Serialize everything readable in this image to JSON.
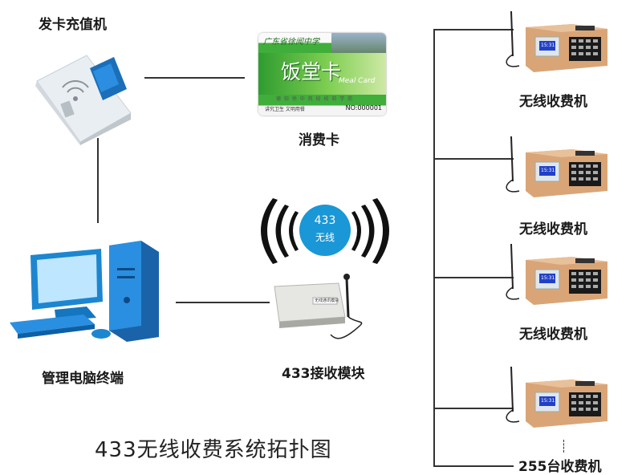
{
  "labels": {
    "card_machine": "发卡充值机",
    "meal_card": "消费卡",
    "pc": "管理电脑终端",
    "receiver": "433接收模块",
    "terminal_1": "无线收费机",
    "terminal_2": "无线收费机",
    "terminal_3": "无线收费机",
    "terminal_last": "255台收费机"
  },
  "title": "433无线收费系统拓扑图",
  "wireless": {
    "freq": "433",
    "text": "无线"
  },
  "card": {
    "school": "广东省徐闻中学",
    "name": "饭堂卡",
    "name_en": "Meal Card",
    "motto": "德 知 徐 中 苑 校 校 前 学 苑",
    "slogan": "讲究卫生   文明用餐",
    "number": "NO:000001"
  },
  "terminal_screen": "15:31",
  "receiver_plate": "无线通讯模块",
  "colors": {
    "line": "#333333",
    "card_green": "#3fae3a",
    "wave_blue": "#1a97d6",
    "terminal_gold": "#d9a577",
    "pc_blue": "#1d86d0"
  }
}
